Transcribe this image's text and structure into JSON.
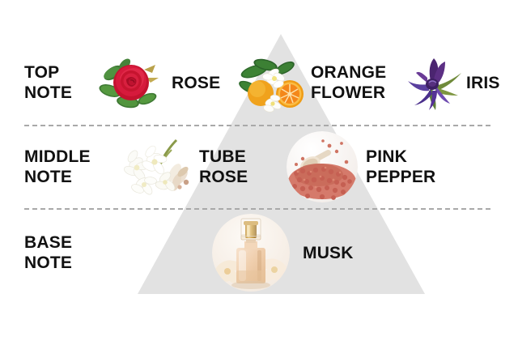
{
  "diagram": {
    "type": "fragrance-note-pyramid",
    "shape": "triangle",
    "triangle_color": "#e2e2e2",
    "background_color": "#ffffff",
    "text_color": "#111111",
    "divider_color": "#a9a9a9"
  },
  "rows": [
    {
      "note_label": "TOP\nNOTE",
      "note_key": "top-note",
      "ingredients": [
        {
          "label": "ROSE",
          "icon": "rose-flower-image",
          "side": "right"
        },
        {
          "label": "ORANGE\nFLOWER",
          "icon": "orange-flower-image",
          "side": "right"
        },
        {
          "label": "IRIS",
          "icon": "iris-flower-image",
          "side": "right"
        }
      ]
    },
    {
      "note_label": "MIDDLE\nNOTE",
      "note_key": "middle-note",
      "ingredients": [
        {
          "label": "TUBE\nROSE",
          "icon": "tuberose-flower-image",
          "side": "right"
        },
        {
          "label": "PINK\nPEPPER",
          "icon": "pink-peppercorn-image",
          "side": "right"
        }
      ]
    },
    {
      "note_label": "BASE\nNOTE",
      "note_key": "base-note",
      "ingredients": [
        {
          "label": "MUSK",
          "icon": "perfume-bottle-image",
          "side": "right"
        }
      ]
    }
  ]
}
